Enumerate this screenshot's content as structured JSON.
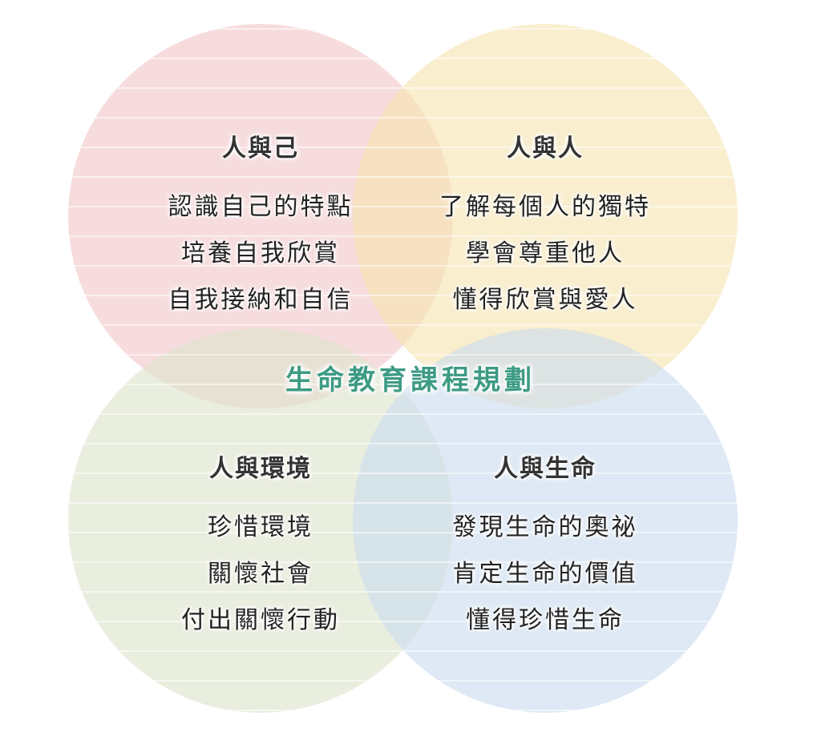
{
  "center_title": "生命教育課程規劃",
  "colors": {
    "center_title": "#3d9b84",
    "circle_self": "#f2c7c9",
    "circle_others": "#f5e3b0",
    "circle_environment": "#dbe3cc",
    "circle_life": "#c9dcef",
    "lines": "#ffffff"
  },
  "quadrants": {
    "self": {
      "title": "人與己",
      "items": [
        "認識自己的特點",
        "培養自我欣賞",
        "自我接納和自信"
      ]
    },
    "others": {
      "title": "人與人",
      "items": [
        "了解每個人的獨特",
        "學會尊重他人",
        "懂得欣賞與愛人"
      ]
    },
    "environment": {
      "title": "人與環境",
      "items": [
        "珍惜環境",
        "關懷社會",
        "付出關懷行動"
      ]
    },
    "life": {
      "title": "人與生命",
      "items": [
        "發現生命的奧祕",
        "肯定生命的價值",
        "懂得珍惜生命"
      ]
    }
  }
}
